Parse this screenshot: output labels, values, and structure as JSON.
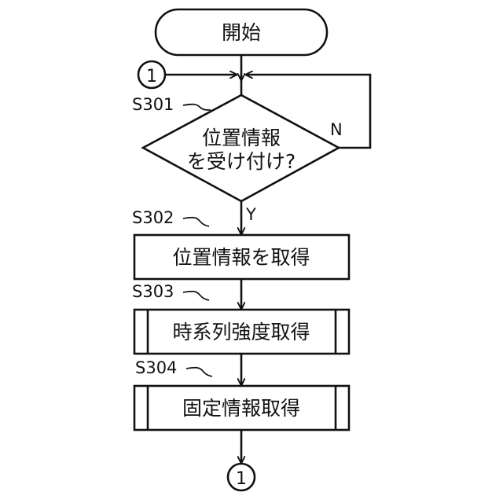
{
  "flowchart": {
    "start": {
      "text": "開始"
    },
    "connector_top": {
      "text": "1"
    },
    "connector_bottom": {
      "text": "1"
    },
    "decision": {
      "step": "S301",
      "line1": "位置情報",
      "line2": "を受け付け?",
      "yes_label": "Y",
      "no_label": "N"
    },
    "steps": [
      {
        "step": "S302",
        "text": "位置情報を取得",
        "subroutine": false
      },
      {
        "step": "S303",
        "text": "時系列強度取得",
        "subroutine": true
      },
      {
        "step": "S304",
        "text": "固定情報取得",
        "subroutine": true
      }
    ]
  }
}
